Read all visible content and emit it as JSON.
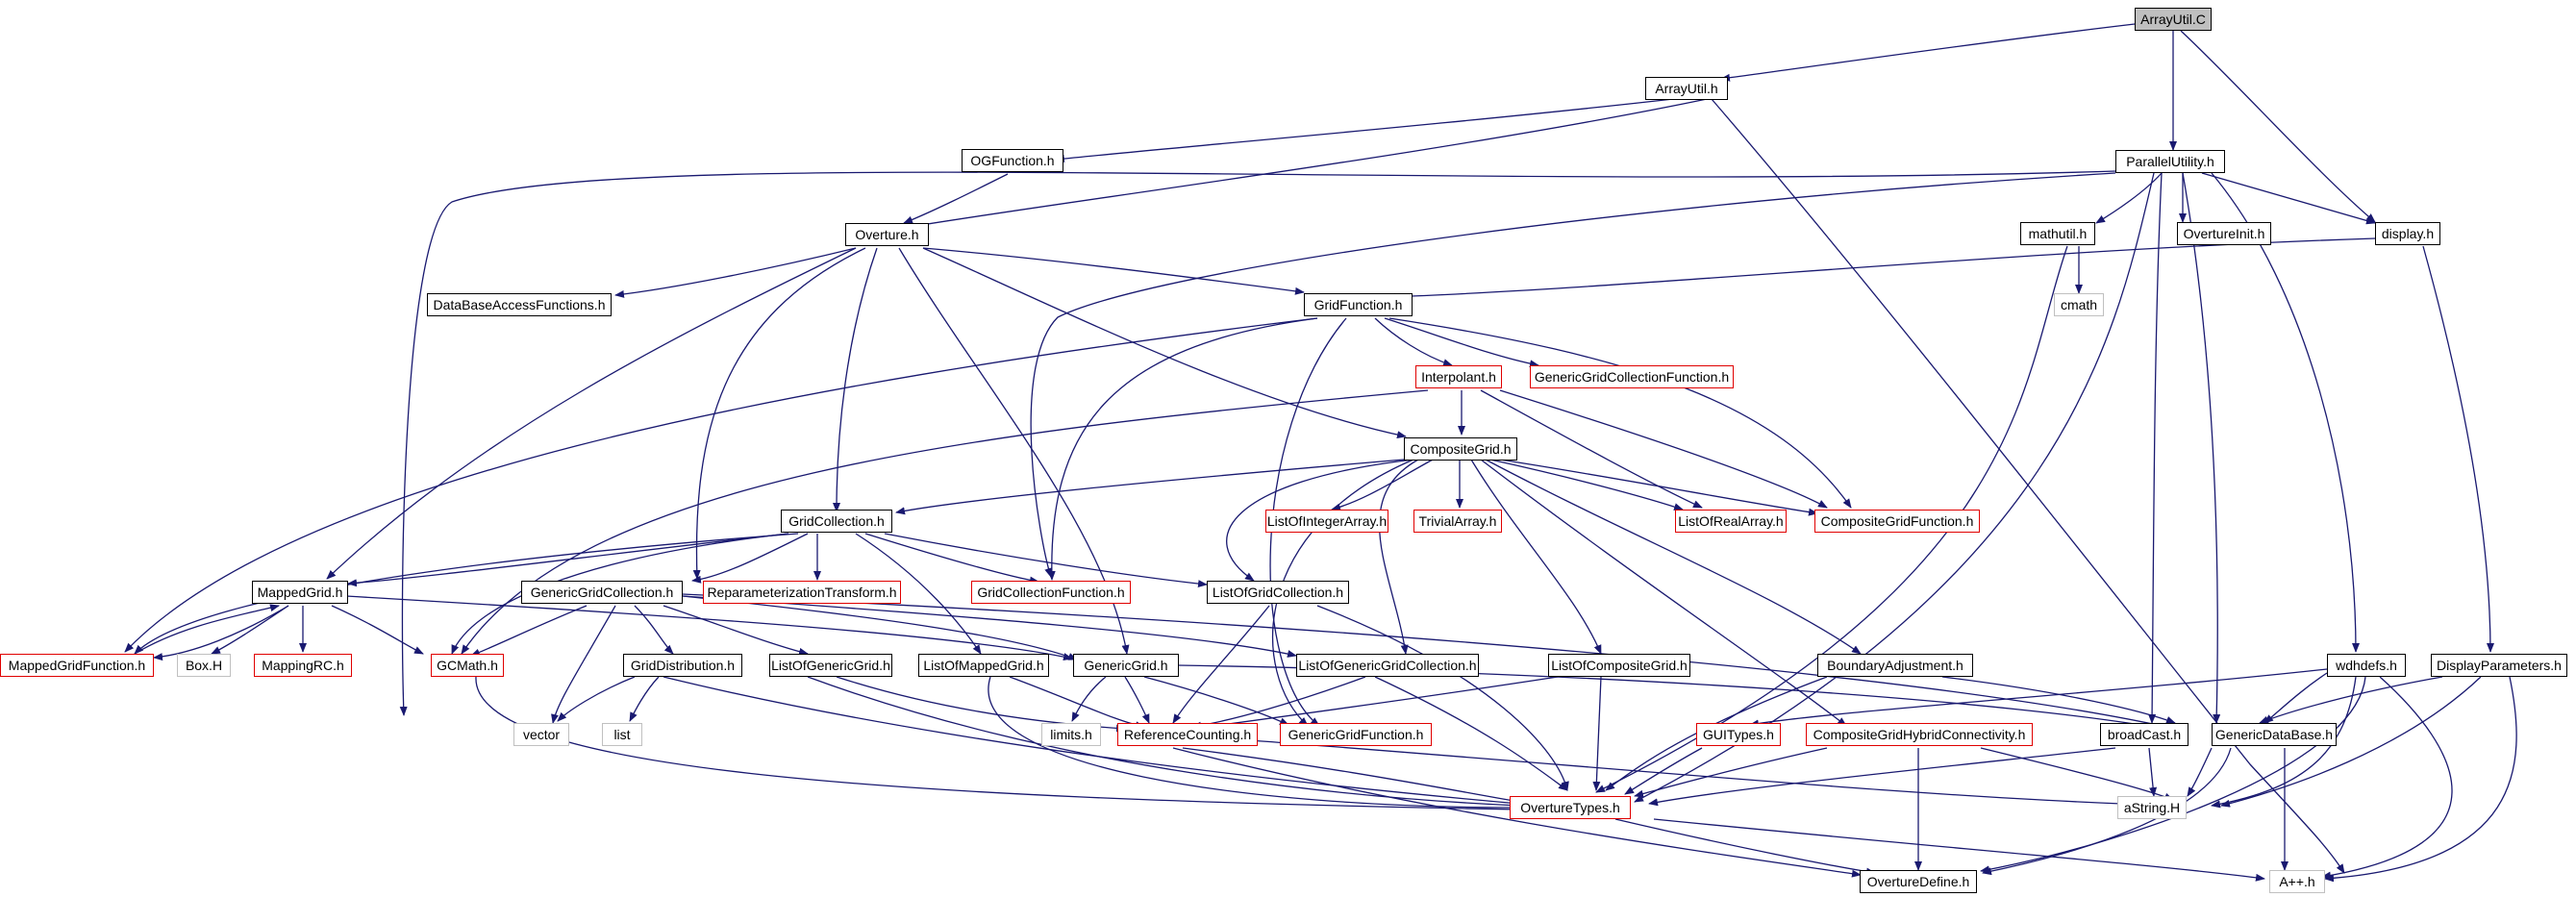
{
  "graph": {
    "edge_color": "#191970",
    "nodes": [
      {
        "id": "arrayutil_c",
        "label": "ArrayUtil.C",
        "kind": "root"
      },
      {
        "id": "arrayutil_h",
        "label": "ArrayUtil.h",
        "kind": "black"
      },
      {
        "id": "ogfunction_h",
        "label": "OGFunction.h",
        "kind": "black"
      },
      {
        "id": "parallelutility_h",
        "label": "ParallelUtility.h",
        "kind": "black"
      },
      {
        "id": "overture_h",
        "label": "Overture.h",
        "kind": "black"
      },
      {
        "id": "mathutil_h",
        "label": "mathutil.h",
        "kind": "black"
      },
      {
        "id": "overtureinit_h",
        "label": "OvertureInit.h",
        "kind": "black"
      },
      {
        "id": "display_h",
        "label": "display.h",
        "kind": "black"
      },
      {
        "id": "databaseaccessfunctions_h",
        "label": "DataBaseAccessFunctions.h",
        "kind": "black"
      },
      {
        "id": "gridfunction_h",
        "label": "GridFunction.h",
        "kind": "black"
      },
      {
        "id": "cmath",
        "label": "cmath",
        "kind": "gray"
      },
      {
        "id": "interpolant_h",
        "label": "Interpolant.h",
        "kind": "red"
      },
      {
        "id": "genericgridcollectionfunction_h",
        "label": "GenericGridCollectionFunction.h",
        "kind": "red"
      },
      {
        "id": "compositegrid_h",
        "label": "CompositeGrid.h",
        "kind": "black"
      },
      {
        "id": "gridcollection_h",
        "label": "GridCollection.h",
        "kind": "black"
      },
      {
        "id": "listofintegerarray_h",
        "label": "ListOfIntegerArray.h",
        "kind": "red"
      },
      {
        "id": "trivialarray_h",
        "label": "TrivialArray.h",
        "kind": "red"
      },
      {
        "id": "listofrealarray_h",
        "label": "ListOfRealArray.h",
        "kind": "red"
      },
      {
        "id": "compositegridfunction_h",
        "label": "CompositeGridFunction.h",
        "kind": "red"
      },
      {
        "id": "mappedgrid_h",
        "label": "MappedGrid.h",
        "kind": "black"
      },
      {
        "id": "genericgridcollection_h",
        "label": "GenericGridCollection.h",
        "kind": "black"
      },
      {
        "id": "reparameterizationtransform_h",
        "label": "ReparameterizationTransform.h",
        "kind": "red"
      },
      {
        "id": "gridcollectionfunction_h",
        "label": "GridCollectionFunction.h",
        "kind": "red"
      },
      {
        "id": "listofgridcollection_h",
        "label": "ListOfGridCollection.h",
        "kind": "black"
      },
      {
        "id": "mappedgridfunction_h",
        "label": "MappedGridFunction.h",
        "kind": "red"
      },
      {
        "id": "box_h",
        "label": "Box.H",
        "kind": "gray"
      },
      {
        "id": "mappingrc_h",
        "label": "MappingRC.h",
        "kind": "red"
      },
      {
        "id": "gcmath_h",
        "label": "GCMath.h",
        "kind": "red"
      },
      {
        "id": "griddistribution_h",
        "label": "GridDistribution.h",
        "kind": "black"
      },
      {
        "id": "listofgenericgrid_h",
        "label": "ListOfGenericGrid.h",
        "kind": "black"
      },
      {
        "id": "listofmappedgrid_h",
        "label": "ListOfMappedGrid.h",
        "kind": "black"
      },
      {
        "id": "genericgrid_h",
        "label": "GenericGrid.h",
        "kind": "black"
      },
      {
        "id": "listofgenericgridcollection_h",
        "label": "ListOfGenericGridCollection.h",
        "kind": "black"
      },
      {
        "id": "listofcompositegrid_h",
        "label": "ListOfCompositeGrid.h",
        "kind": "black"
      },
      {
        "id": "boundaryadjustment_h",
        "label": "BoundaryAdjustment.h",
        "kind": "black"
      },
      {
        "id": "wdhdefs_h",
        "label": "wdhdefs.h",
        "kind": "black"
      },
      {
        "id": "displayparameters_h",
        "label": "DisplayParameters.h",
        "kind": "black"
      },
      {
        "id": "vector",
        "label": "vector",
        "kind": "gray"
      },
      {
        "id": "list",
        "label": "list",
        "kind": "gray"
      },
      {
        "id": "limits_h",
        "label": "limits.h",
        "kind": "gray"
      },
      {
        "id": "referencecounting_h",
        "label": "ReferenceCounting.h",
        "kind": "red"
      },
      {
        "id": "genericgridfunction_h",
        "label": "GenericGridFunction.h",
        "kind": "red"
      },
      {
        "id": "guitypes_h",
        "label": "GUITypes.h",
        "kind": "red"
      },
      {
        "id": "compositegridhybridconnectivity_h",
        "label": "CompositeGridHybridConnectivity.h",
        "kind": "red"
      },
      {
        "id": "broadcast_h",
        "label": "broadCast.h",
        "kind": "black"
      },
      {
        "id": "genericdatabase_h",
        "label": "GenericDataBase.h",
        "kind": "black"
      },
      {
        "id": "overturetypes_h",
        "label": "OvertureTypes.h",
        "kind": "red"
      },
      {
        "id": "astring_h",
        "label": "aString.H",
        "kind": "gray"
      },
      {
        "id": "overturedefine_h",
        "label": "OvertureDefine.h",
        "kind": "black"
      },
      {
        "id": "aplusplus_h",
        "label": "A++.h",
        "kind": "gray"
      }
    ]
  }
}
